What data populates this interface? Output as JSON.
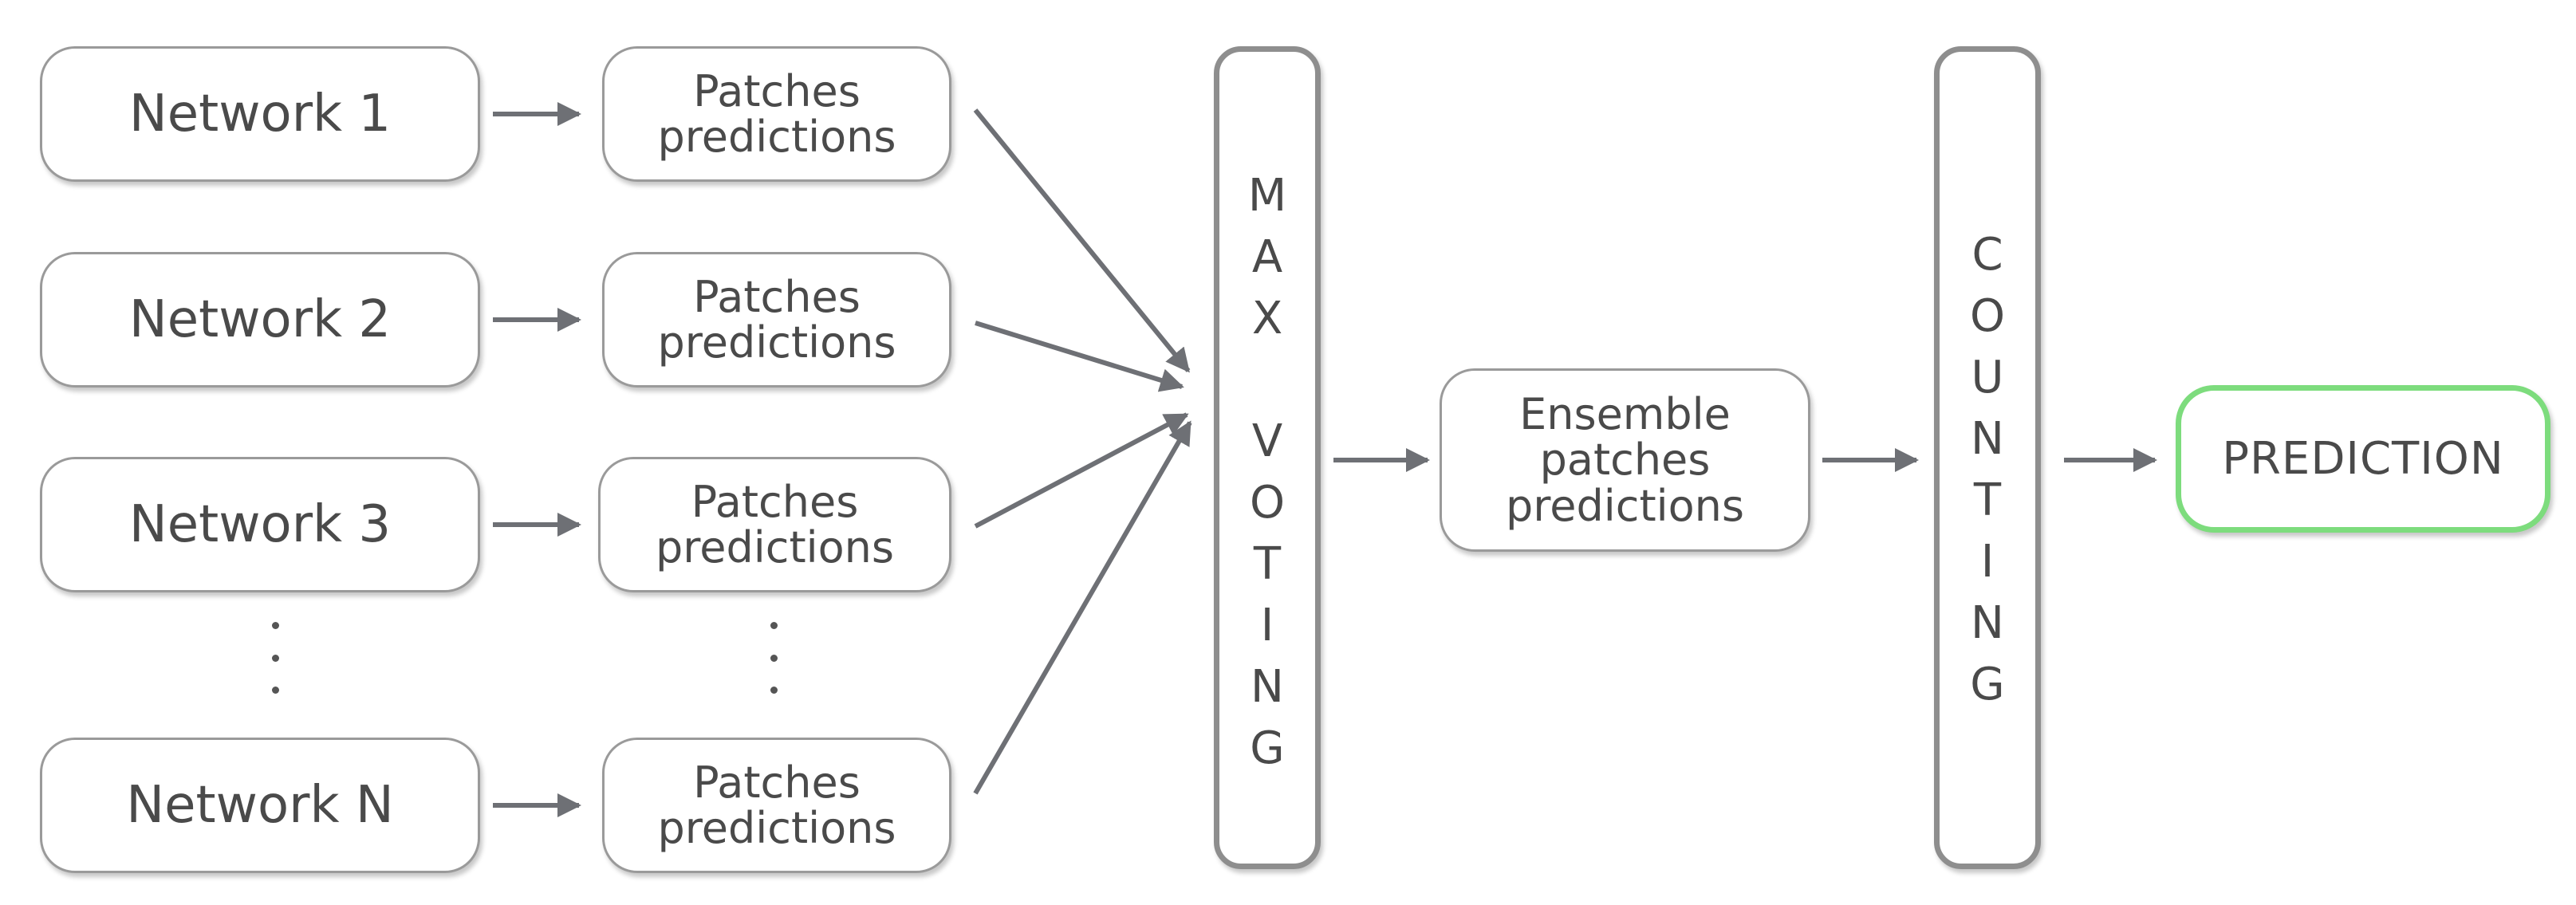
{
  "networks": [
    "Network 1",
    "Network 2",
    "Network 3",
    "Network N"
  ],
  "patches": [
    {
      "line1": "Patches",
      "line2": "predictions"
    },
    {
      "line1": "Patches",
      "line2": "predictions"
    },
    {
      "line1": "Patches",
      "line2": "predictions"
    },
    {
      "line1": "Patches",
      "line2": "predictions"
    }
  ],
  "max_voting": {
    "letters": [
      "M",
      "A",
      "X",
      "",
      "V",
      "O",
      "T",
      "I",
      "N",
      "G"
    ]
  },
  "ensemble": {
    "line1": "Ensemble",
    "line2": "patches",
    "line3": "predictions"
  },
  "counting": {
    "letters": [
      "C",
      "O",
      "U",
      "N",
      "T",
      "I",
      "N",
      "G"
    ]
  },
  "prediction": {
    "label": "PREDICTION"
  },
  "colors": {
    "box_border": "#9a9a9a",
    "arrow": "#6e7075",
    "text": "#4a4a4a",
    "prediction_border": "#7ddc7d"
  }
}
